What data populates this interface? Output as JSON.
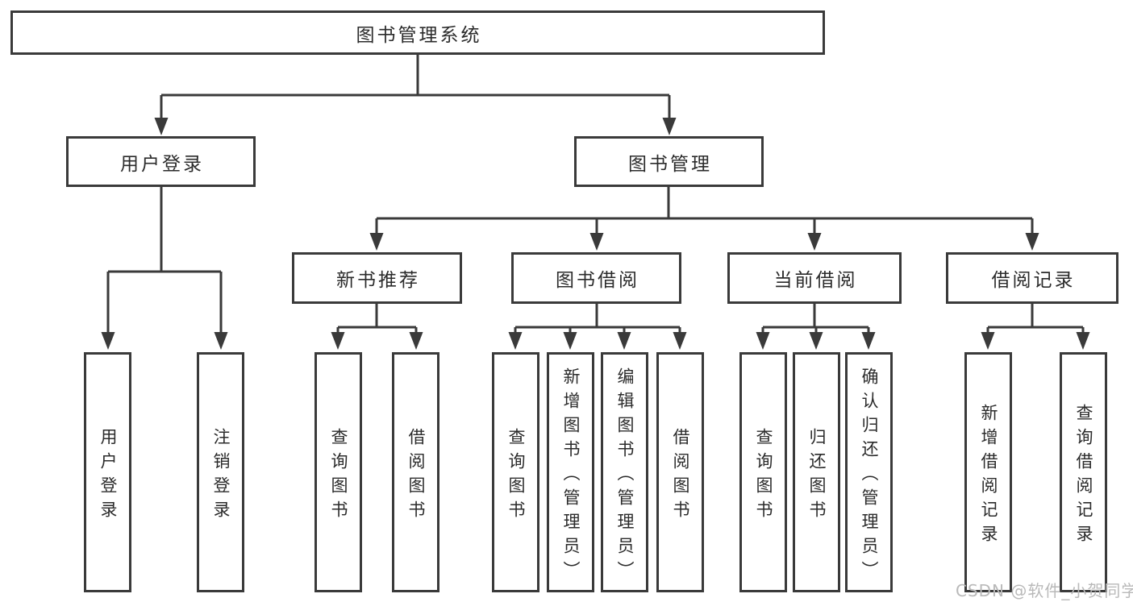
{
  "nodes": {
    "root": {
      "label": "图书管理系统"
    },
    "user_login": {
      "label": "用户登录"
    },
    "book_mgmt": {
      "label": "图书管理"
    },
    "new_book_rec": {
      "label": "新书推荐"
    },
    "book_borrow": {
      "label": "图书借阅"
    },
    "current_borrow": {
      "label": "当前借阅"
    },
    "borrow_record": {
      "label": "借阅记录"
    },
    "leaf_user_login": {
      "label": "用户登录"
    },
    "leaf_logout": {
      "label": "注销登录"
    },
    "rec_query": {
      "label": "查询图书"
    },
    "rec_borrow": {
      "label": "借阅图书"
    },
    "bb_query": {
      "label": "查询图书"
    },
    "bb_add": {
      "label": "新增图书（管理员）"
    },
    "bb_edit": {
      "label": "编辑图书（管理员）"
    },
    "bb_borrow": {
      "label": "借阅图书"
    },
    "cb_query": {
      "label": "查询图书"
    },
    "cb_return": {
      "label": "归还图书"
    },
    "cb_confirm": {
      "label": "确认归还（管理员）"
    },
    "br_add": {
      "label": "新增借阅记录"
    },
    "br_query": {
      "label": "查询借阅记录"
    }
  },
  "tree": {
    "图书管理系统": {
      "用户登录": [
        "用户登录",
        "注销登录"
      ],
      "图书管理": {
        "新书推荐": [
          "查询图书",
          "借阅图书"
        ],
        "图书借阅": [
          "查询图书",
          "新增图书（管理员）",
          "编辑图书（管理员）",
          "借阅图书"
        ],
        "当前借阅": [
          "查询图书",
          "归还图书",
          "确认归还（管理员）"
        ],
        "借阅记录": [
          "新增借阅记录",
          "查询借阅记录"
        ]
      }
    }
  },
  "watermark": {
    "text": "CSDN @软件_小贺同学",
    "color": "#b9b9b9"
  },
  "colors": {
    "line": "#3a3a3a",
    "box_border": "#3a3a3a",
    "text": "#2b2b2b",
    "background": "#ffffff"
  }
}
